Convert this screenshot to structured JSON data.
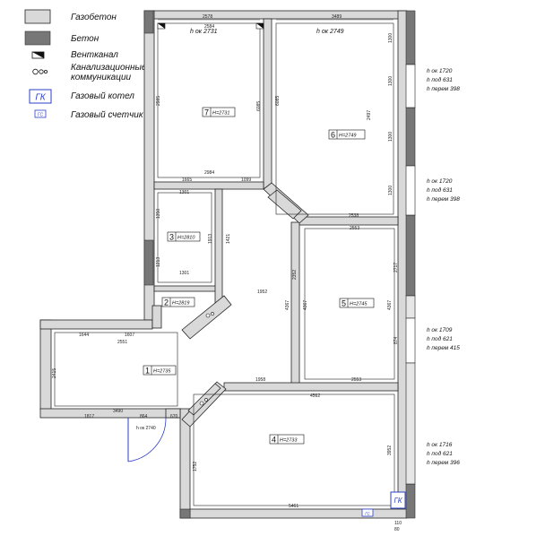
{
  "legend": {
    "gas_concrete": "Газобетон",
    "concrete": "Бетон",
    "vent": "Вентканал",
    "sewer_line1": "Канализационные",
    "sewer_line2": "коммуникации",
    "boiler_mark": "ГК",
    "boiler": "Газовый котел",
    "meter_mark": "ГС",
    "meter": "Газовый счетчик"
  },
  "rooms": [
    {
      "num": "7",
      "h": "H=2731",
      "note": "h ок 2731"
    },
    {
      "num": "6",
      "h": "H=2749",
      "note": "h ок 2749"
    },
    {
      "num": "3",
      "h": "H=2810"
    },
    {
      "num": "2",
      "h": "H=2819"
    },
    {
      "num": "5",
      "h": "H=2745"
    },
    {
      "num": "1",
      "h": "H=2735",
      "note": "h ок 2740"
    },
    {
      "num": "4",
      "h": "H=2733"
    }
  ],
  "windows": [
    {
      "l1": "h ок 1720",
      "l2": "h под 631",
      "l3": "h перем 398"
    },
    {
      "l1": "h ок 1720",
      "l2": "h под 631",
      "l3": "h перем 398"
    },
    {
      "l1": "h ок 1709",
      "l2": "h под 621",
      "l3": "h перем 415"
    },
    {
      "l1": "h ок 1716",
      "l2": "h под 621",
      "l3": "h перем 396"
    }
  ],
  "dims": {
    "top_left": "2578",
    "top_right": "3489",
    "r7_top": "2584",
    "r7_left": "2985",
    "r7_right": "6085",
    "r6_right": "1300",
    "r6_r2": "1300",
    "r6_mid": "2497",
    "r6_low": "1300",
    "r7_bottom": "2984",
    "r7_b1": "1665",
    "r7_b2": "1099",
    "r3_top": "1301",
    "r3_left": "1350",
    "r3_l2": "1213",
    "r3_bottom": "1301",
    "r3_r": "1913",
    "r3_r2": "1421",
    "r6_bottom": "2538",
    "r5_top": "2553",
    "r5_left": "2352",
    "r5_l2": "4367",
    "r5_r": "4367",
    "r5_r2": "2717",
    "r5_r3": "874",
    "corr": "1952",
    "r1_top": "1644",
    "r1_t2": "1607",
    "r1_t3": "2551",
    "r1_left": "2415",
    "r1_b1": "1817",
    "r1_b2": "3490",
    "r1_b3": "864",
    "r1_b4": "670",
    "r5_bottom": "1958",
    "r5_b2": "2553",
    "r4_top": "4562",
    "r4_bottom": "5461",
    "r4_right": "3952",
    "r4_l": "1752",
    "corner": "110",
    "c2": "80"
  }
}
